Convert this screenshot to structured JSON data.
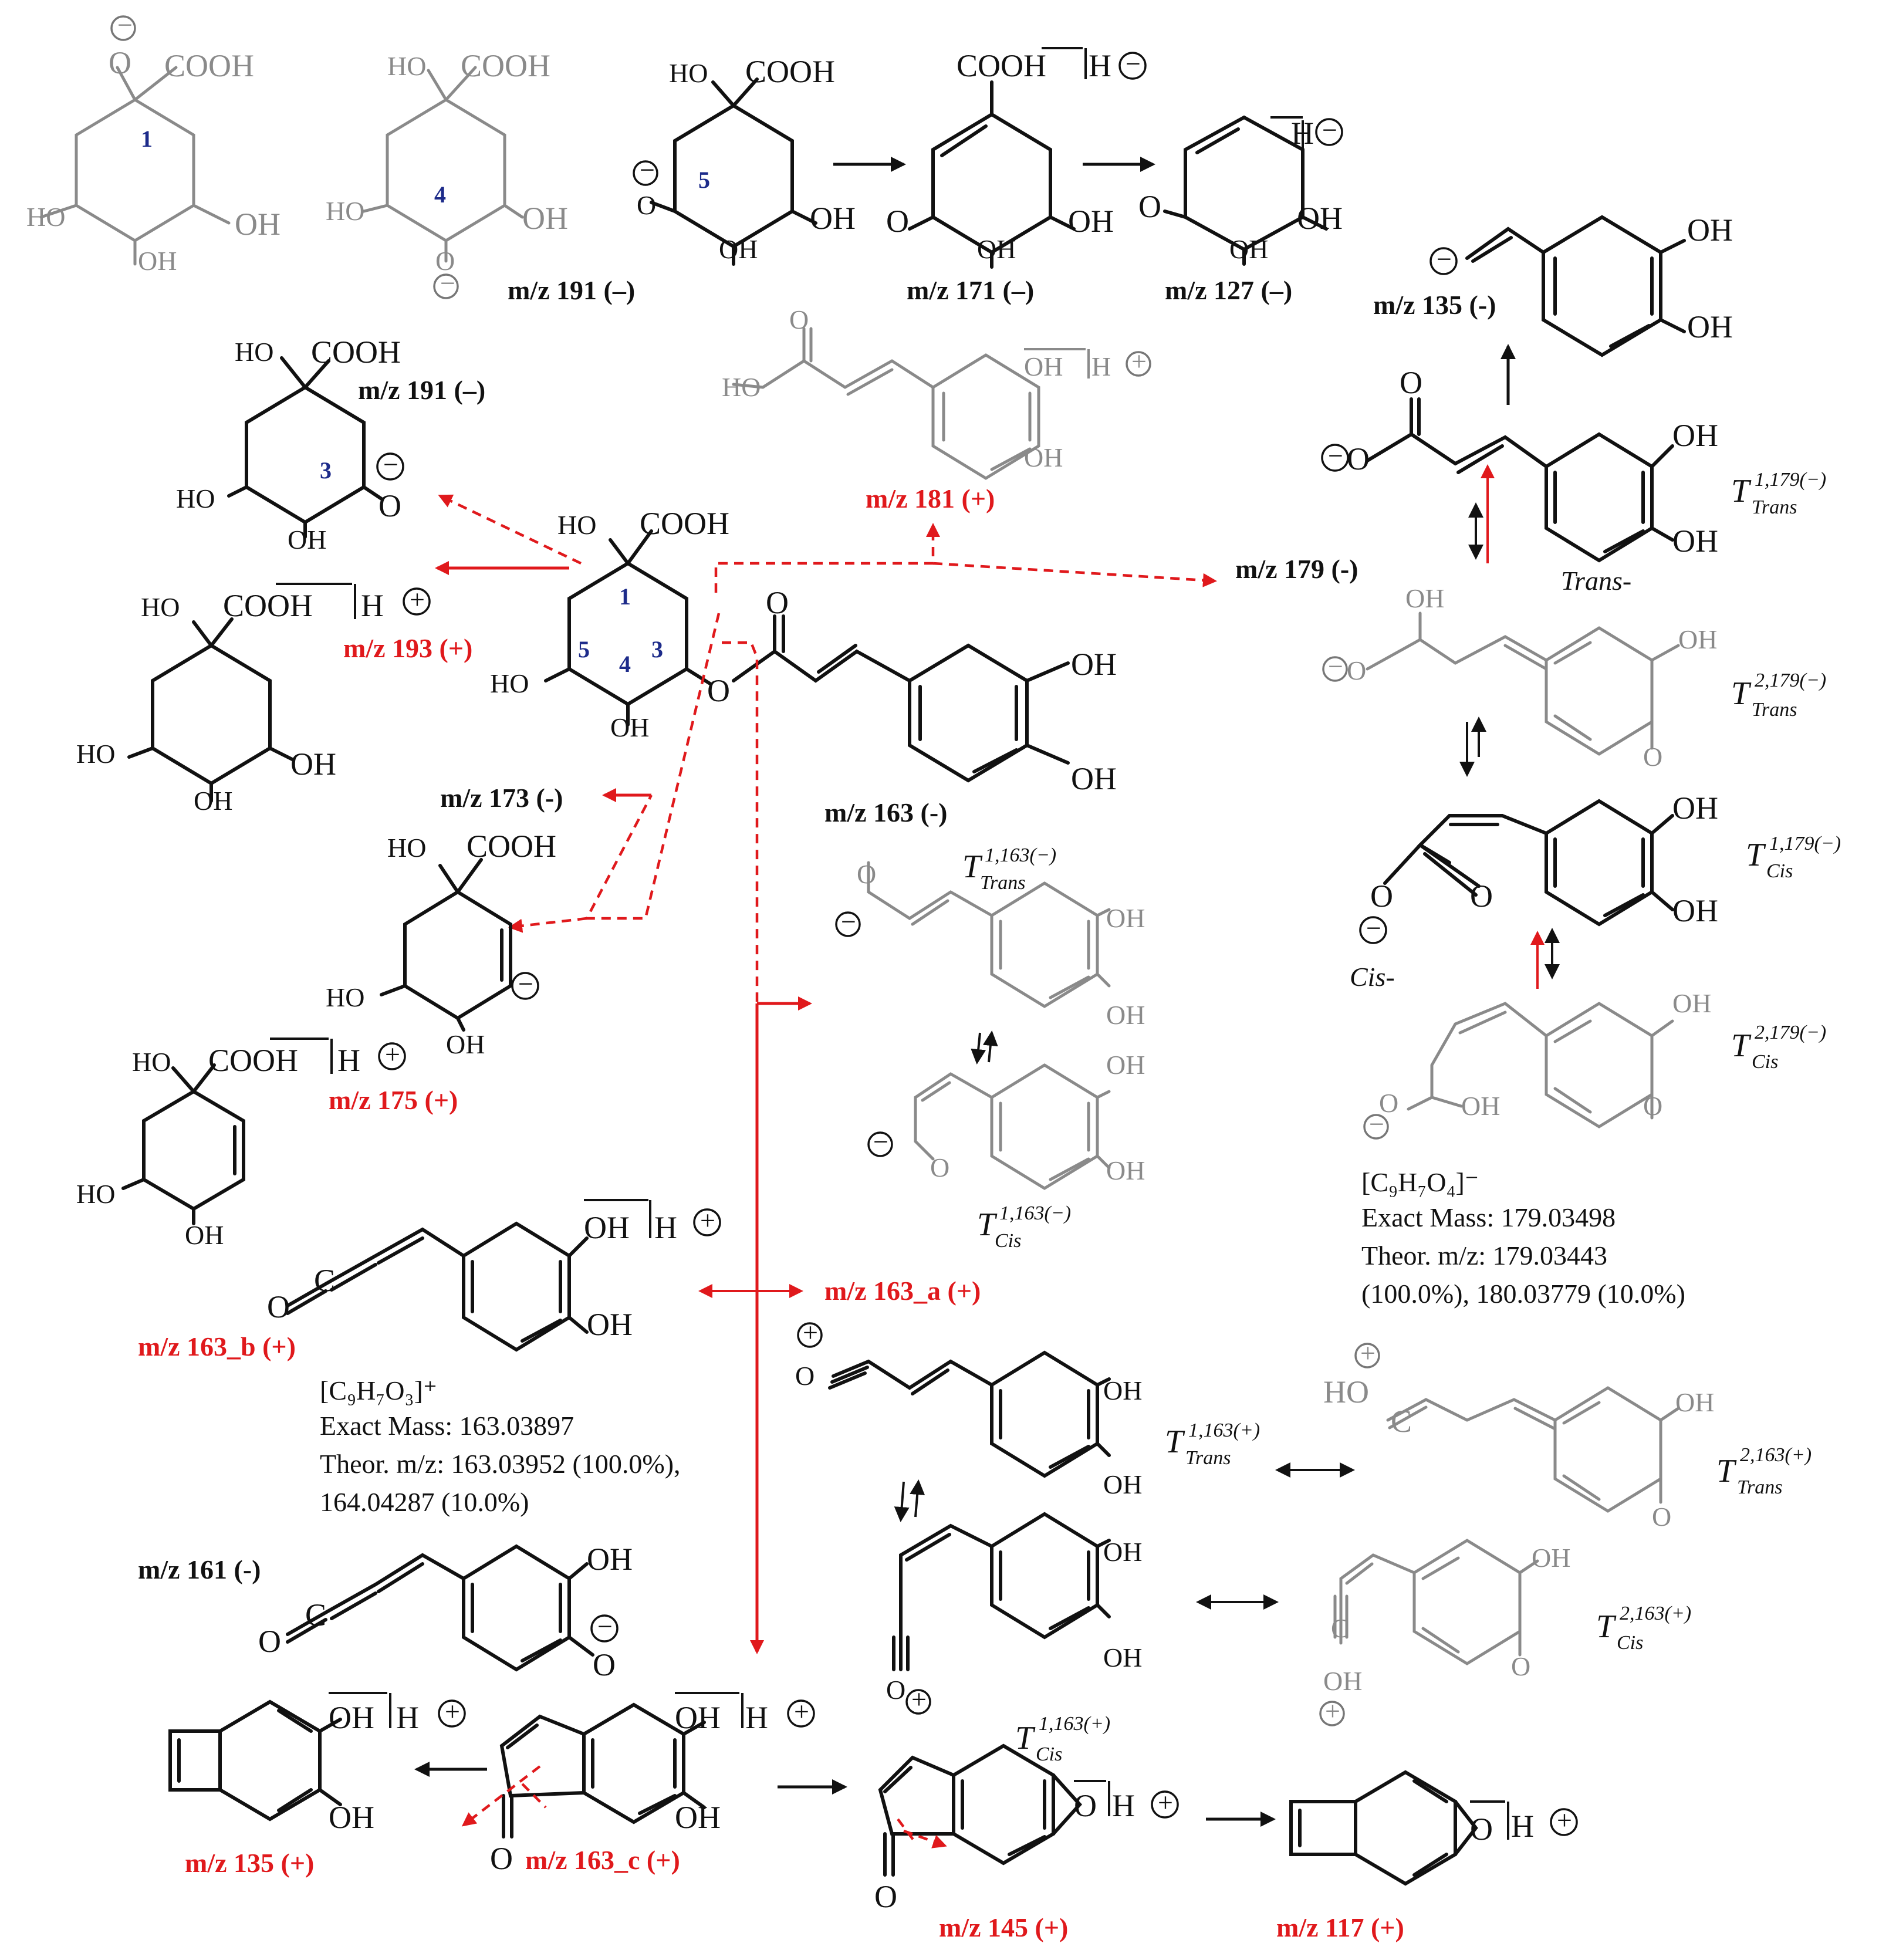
{
  "labels": {
    "m191a": "m/z 191 (–)",
    "m171": "m/z 171 (–)",
    "m127": "m/z 127 (–)",
    "m135neg": "m/z 135 (-)",
    "m191b": "m/z 191 (–)",
    "m181": "m/z 181 (+)",
    "m179": "m/z 179 (-)",
    "m193": "m/z 193 (+)",
    "m173": "m/z 173 (-)",
    "m163neg": "m/z 163 (-)",
    "m175": "m/z 175 (+)",
    "m163a": "m/z 163_a (+)",
    "m163b": "m/z 163_b (+)",
    "m161": "m/z 161 (-)",
    "m135pos": "m/z 135 (+)",
    "m163c": "m/z 163_c (+)",
    "m145": "m/z 145 (+)",
    "m117": "m/z 117 (+)"
  },
  "isomers": {
    "trans": "Trans-",
    "cis": "Cis-"
  },
  "tautomers": {
    "t1_179_trans": {
      "main": "T",
      "sup": "1,179(−)",
      "sub": "Trans"
    },
    "t2_179_trans": {
      "main": "T",
      "sup": "2,179(−)",
      "sub": "Trans"
    },
    "t1_179_cis": {
      "main": "T",
      "sup": "1,179(−)",
      "sub": "Cis"
    },
    "t2_179_cis": {
      "main": "T",
      "sup": "2,179(−)",
      "sub": "Cis"
    },
    "t1_163n_trans": {
      "main": "T",
      "sup": "1,163(−)",
      "sub": "Trans"
    },
    "t1_163n_cis": {
      "main": "T",
      "sup": "1,163(−)",
      "sub": "Cis"
    },
    "t1_163p_trans": {
      "main": "T",
      "sup": "1,163(+)",
      "sub": "Trans"
    },
    "t2_163p_trans": {
      "main": "T",
      "sup": "2,163(+)",
      "sub": "Trans"
    },
    "t1_163p_cis": {
      "main": "T",
      "sup": "1,163(+)",
      "sub": "Cis"
    },
    "t2_163p_cis": {
      "main": "T",
      "sup": "2,163(+)",
      "sub": "Cis"
    }
  },
  "info179": {
    "formula": "[C₉H₇O₄]⁻",
    "exact": "Exact Mass: 179.03498",
    "theor1": "Theor. m/z:  179.03443",
    "theor2": "(100.0%), 180.03779  (10.0%)"
  },
  "info163": {
    "formula": "[C₉H₇O₃]⁺",
    "exact": "Exact Mass: 163.03897",
    "theor1": "Theor. m/z:  163.03952  (100.0%),",
    "theor2": "164.04287  (10.0%)"
  },
  "groups": {
    "cooh": "COOH",
    "ho": "HO",
    "oh": "OH",
    "o": "O",
    "h": "H",
    "c": "C",
    "minus": "−",
    "plus": "+"
  },
  "numbers": {
    "n1": "1",
    "n3": "3",
    "n4": "4",
    "n5": "5"
  }
}
